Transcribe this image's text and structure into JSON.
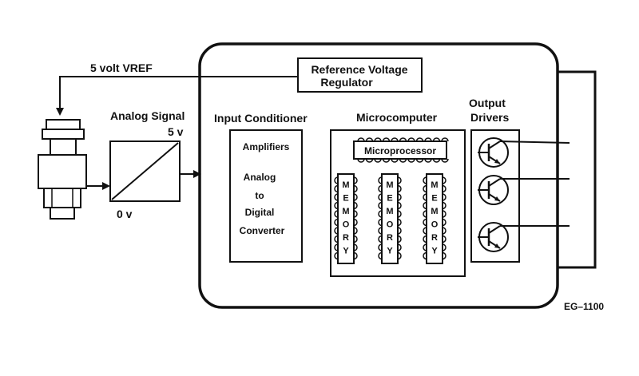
{
  "labels": {
    "vref": "5 volt VREF",
    "regulator_line1": "Reference Voltage",
    "regulator_line2": "Regulator",
    "analog_signal": "Analog Signal",
    "five_v": "5 v",
    "zero_v": "0 v",
    "input_conditioner": "Input Conditioner",
    "amplifiers": "Amplifiers",
    "adc": [
      "Analog",
      "to",
      "Digital",
      "Converter"
    ],
    "microcomputer": "Microcomputer",
    "microprocessor": "Microprocessor",
    "memory_letters": [
      "M",
      "E",
      "M",
      "O",
      "R",
      "Y"
    ],
    "output_line1": "Output",
    "output_line2": "Drivers",
    "figure_id": "EG–1100"
  },
  "memory_chips": 3,
  "output_transistors": 3
}
